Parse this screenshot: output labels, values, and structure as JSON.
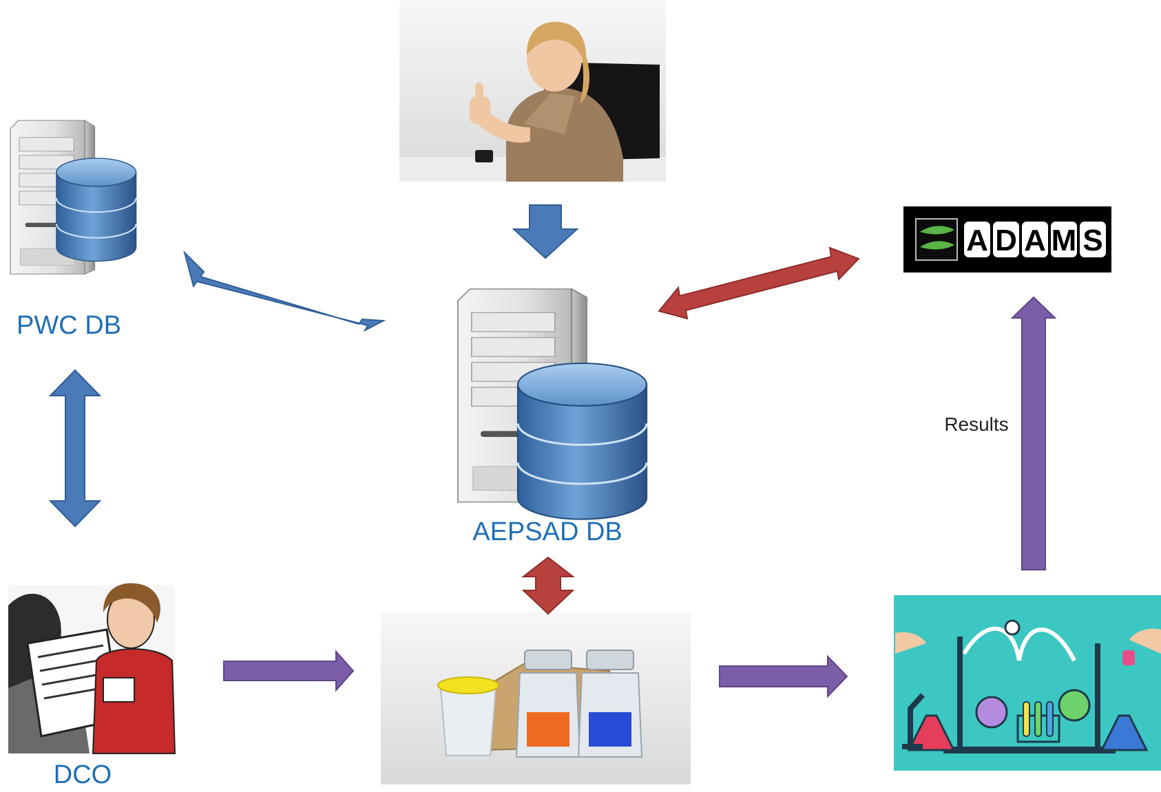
{
  "labels": {
    "pwc_db": "PWC DB",
    "aepsad_db": "AEPSAD DB",
    "dco": "DCO",
    "results": "Results"
  },
  "adams_logo": {
    "letters": [
      "A",
      "D",
      "A",
      "M",
      "S"
    ]
  },
  "nodes": [
    {
      "id": "pwc-db-server",
      "icon": "database-server-icon"
    },
    {
      "id": "operator-photo",
      "icon": "office-worker-thumbs-up-image"
    },
    {
      "id": "aepsad-db-server",
      "icon": "database-server-icon"
    },
    {
      "id": "adams-logo",
      "icon": "adams-logo"
    },
    {
      "id": "dco-photo",
      "icon": "doping-control-officer-image"
    },
    {
      "id": "sample-kit-photo",
      "icon": "sample-bottles-image"
    },
    {
      "id": "laboratory-illustration",
      "icon": "laboratory-glassware-image"
    }
  ],
  "colors": {
    "blue_arrow": "#4a7ab8",
    "red_arrow": "#b8403d",
    "purple_arrow": "#7c5ea8",
    "label_blue": "#1f6fb5",
    "lab_bg": "#3cc7c2"
  }
}
